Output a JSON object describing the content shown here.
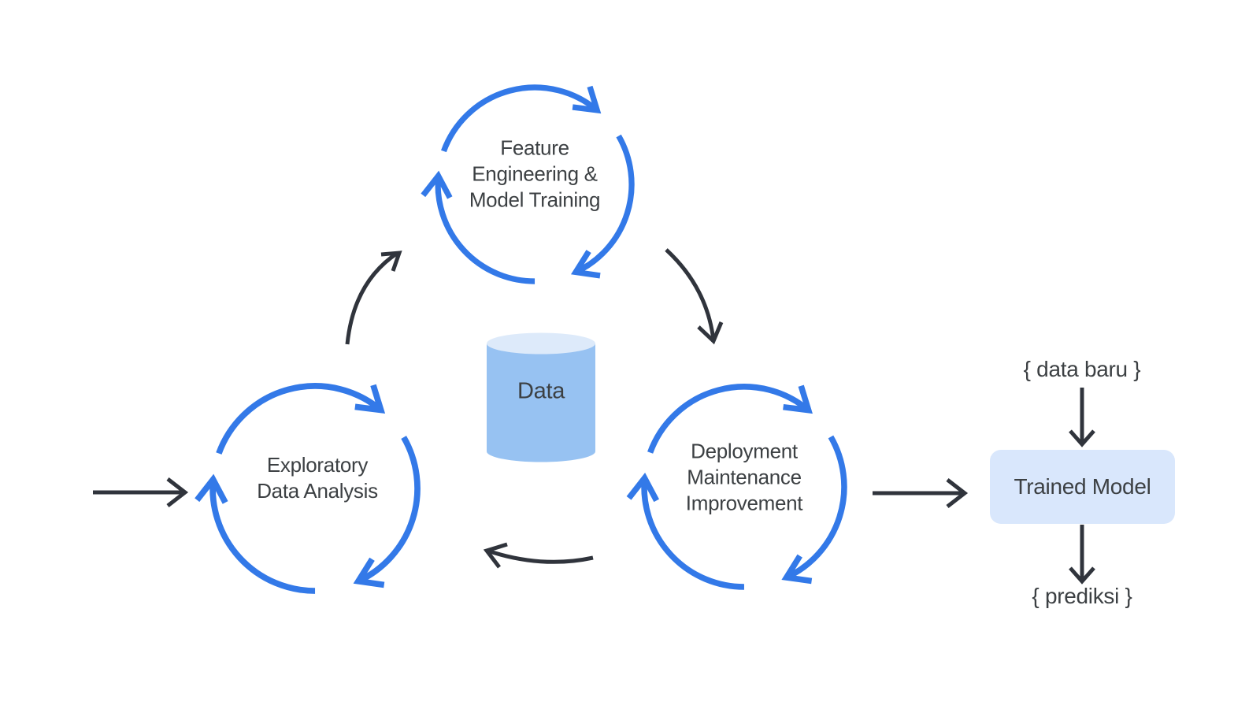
{
  "diagram": {
    "cycles": {
      "feature_engineering": {
        "label": "Feature\nEngineering &\nModel Training"
      },
      "exploratory_data_analysis": {
        "label": "Exploratory\nData Analysis"
      },
      "deployment": {
        "label": "Deployment\nMaintenance\nImprovement"
      }
    },
    "data_store": {
      "label": "Data"
    },
    "trained_model": {
      "label": "Trained Model",
      "input_annotation": "{ data baru }",
      "output_annotation": "{ prediksi }"
    }
  },
  "colors": {
    "accent": "#3379e8",
    "arrow": "#30343c",
    "text": "#3c4043",
    "cylinder_body": "#97c2f2",
    "cylinder_top": "#ddeafa",
    "model_box_bg": "#d9e7fc"
  }
}
